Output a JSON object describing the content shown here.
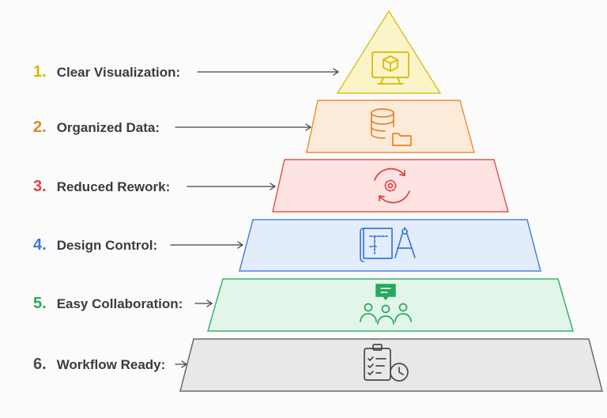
{
  "levels": [
    {
      "number": "1.",
      "label": "Clear Visualization:",
      "icon": "monitor-cube-icon",
      "color": "#d4b800",
      "fill": "#fbf4c8",
      "stroke": "#d9c22b"
    },
    {
      "number": "2.",
      "label": "Organized Data:",
      "icon": "database-folder-icon",
      "color": "#e3822a",
      "fill": "#fdebd9",
      "stroke": "#e89244"
    },
    {
      "number": "3.",
      "label": "Reduced Rework:",
      "icon": "refresh-gear-icon",
      "color": "#d8433f",
      "fill": "#fde3e2",
      "stroke": "#dd5a55"
    },
    {
      "number": "4.",
      "label": "Design Control:",
      "icon": "blueprint-compass-icon",
      "color": "#3b78d8",
      "fill": "#e3ecfb",
      "stroke": "#4a83dc"
    },
    {
      "number": "5.",
      "label": "Easy Collaboration:",
      "icon": "team-chat-icon",
      "color": "#25a85d",
      "fill": "#e1f5e8",
      "stroke": "#39b26b"
    },
    {
      "number": "6.",
      "label": "Workflow Ready:",
      "icon": "checklist-clock-icon",
      "color": "#4a4a4a",
      "fill": "#e8e8e8",
      "stroke": "#6a6a6a"
    }
  ]
}
